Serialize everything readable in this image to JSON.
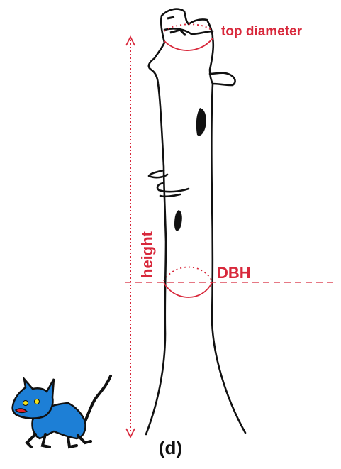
{
  "figure": {
    "label_top_diameter": "top diameter",
    "label_dbh": "DBH",
    "label_height": "height",
    "caption": "(d)"
  },
  "colors": {
    "annotation": "#d8283b",
    "ink": "#111111",
    "cat_body": "#1d7fd6",
    "cat_eye": "#f4e21a",
    "cat_mouth": "#e2232a"
  },
  "icons": {
    "tree": "tree-trunk-icon",
    "cat": "cat-drawing-icon"
  }
}
